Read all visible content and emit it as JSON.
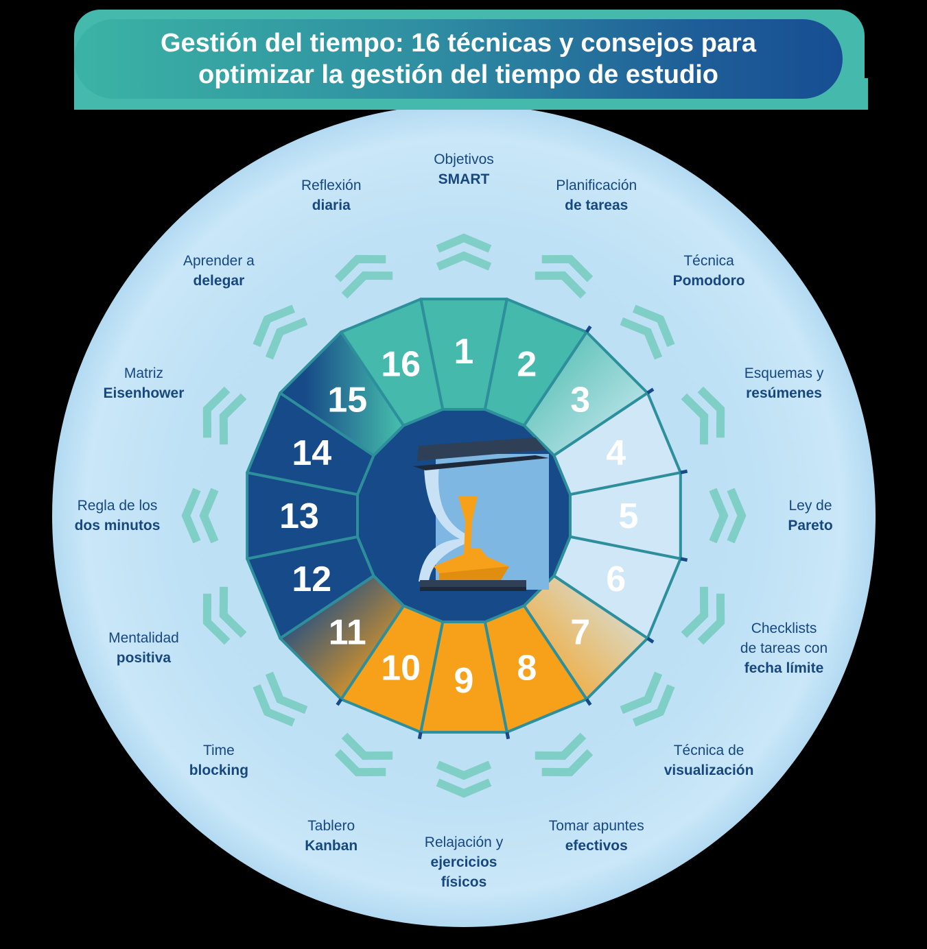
{
  "title": {
    "line1": "Gestión del tiempo: 16 técnicas y consejos para",
    "line2": "optimizar la gestión del tiempo de estudio"
  },
  "colors": {
    "background": "#000000",
    "halo": "#c2e3f6",
    "teal": "#45b9ab",
    "navy": "#174a88",
    "light_segment": "#cfe7f7",
    "orange": "#f7a01a",
    "chevron": "#7fcfc6",
    "label_text": "#17477f"
  },
  "segments": [
    {
      "number": "1",
      "fill": "teal",
      "label": [
        "Objetivos"
      ],
      "label_bold": [
        "SMART"
      ]
    },
    {
      "number": "2",
      "fill": "teal",
      "label": [
        "Planificación"
      ],
      "label_bold": [
        "de tareas"
      ]
    },
    {
      "number": "3",
      "fill": "teal-light",
      "label": [
        "Técnica"
      ],
      "label_bold": [
        "Pomodoro"
      ]
    },
    {
      "number": "4",
      "fill": "light",
      "label": [
        "Esquemas y"
      ],
      "label_bold": [
        "resúmenes"
      ]
    },
    {
      "number": "5",
      "fill": "light",
      "label": [
        "Ley de"
      ],
      "label_bold": [
        "Pareto"
      ]
    },
    {
      "number": "6",
      "fill": "light",
      "label": [
        "Checklists",
        "de tareas con"
      ],
      "label_bold": [
        "fecha límite"
      ]
    },
    {
      "number": "7",
      "fill": "orange-light",
      "label": [
        "Técnica de"
      ],
      "label_bold": [
        "visualización"
      ]
    },
    {
      "number": "8",
      "fill": "orange",
      "label": [
        "Tomar apuntes"
      ],
      "label_bold": [
        "efectivos"
      ]
    },
    {
      "number": "9",
      "fill": "orange",
      "label": [
        "Relajación y"
      ],
      "label_bold": [
        "ejercicios",
        "físicos"
      ]
    },
    {
      "number": "10",
      "fill": "orange",
      "label": [
        "Tablero"
      ],
      "label_bold": [
        "Kanban"
      ]
    },
    {
      "number": "11",
      "fill": "navy-orange",
      "label": [
        "Time"
      ],
      "label_bold": [
        "blocking"
      ]
    },
    {
      "number": "12",
      "fill": "navy",
      "label": [
        "Mentalidad"
      ],
      "label_bold": [
        "positiva"
      ]
    },
    {
      "number": "13",
      "fill": "navy",
      "label": [
        "Regla de los"
      ],
      "label_bold": [
        "dos minutos"
      ]
    },
    {
      "number": "14",
      "fill": "navy",
      "label": [
        "Matriz"
      ],
      "label_bold": [
        "Eisenhower"
      ]
    },
    {
      "number": "15",
      "fill": "navy-teal",
      "label": [
        "Aprender a"
      ],
      "label_bold": [
        "delegar"
      ]
    },
    {
      "number": "16",
      "fill": "teal",
      "label": [
        "Reflexión"
      ],
      "label_bold": [
        "diaria"
      ]
    }
  ],
  "center_icon": "hourglass-icon",
  "ring_icon": "chevron-icon"
}
